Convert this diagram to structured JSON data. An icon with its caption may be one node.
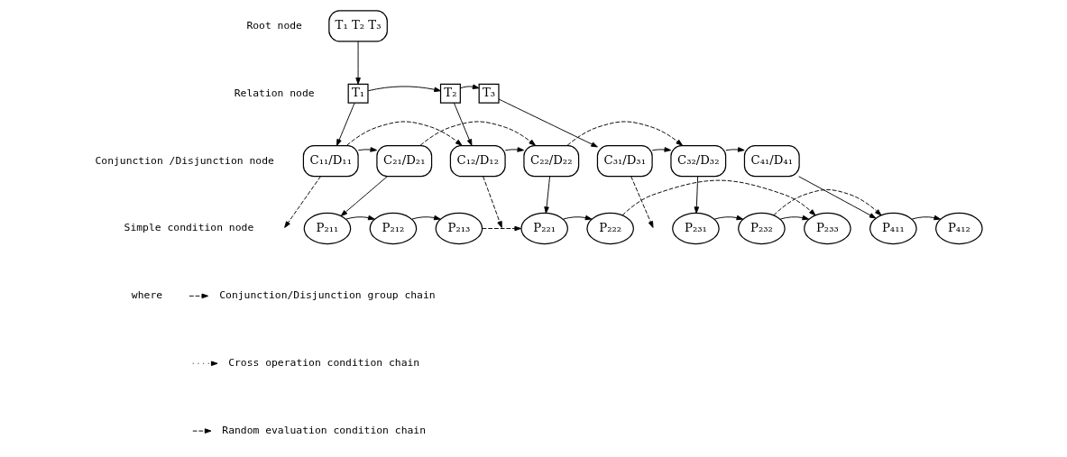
{
  "diagram": {
    "nodes": [
      {
        "text": [
          "T₁ T₂ T₃"
        ]
      },
      {
        "text": [
          "T₁"
        ]
      },
      {
        "text": [
          "T₂"
        ]
      },
      {
        "text": [
          "T₃"
        ]
      },
      {
        "text": [
          "C₁₁/D₁₁"
        ]
      },
      {
        "text": [
          "C₂₁/D₂₁"
        ]
      },
      {
        "text": [
          "C₁₂/D₁₂"
        ]
      },
      {
        "text": [
          "C₂₂/D₂₂"
        ]
      },
      {
        "text": [
          "C₃₁/D₃₁"
        ]
      },
      {
        "text": [
          "C₃₂/D₃₂"
        ]
      },
      {
        "text": [
          "C₄₁/D₄₁"
        ]
      },
      {
        "text": [
          "P₂₁₁"
        ]
      },
      {
        "text": [
          "P₂₁₂"
        ]
      },
      {
        "text": [
          "P₂₁₃"
        ]
      },
      {
        "text": [
          "P₂₂₁"
        ]
      },
      {
        "text": [
          "P₂₂₂"
        ]
      },
      {
        "text": [
          "P₂₃₁"
        ]
      },
      {
        "text": [
          "P₂₃₂"
        ]
      },
      {
        "text": [
          "P₂₃₃"
        ]
      },
      {
        "text": [
          "P₄₁₁"
        ]
      },
      {
        "text": [
          "P₄₁₂"
        ]
      }
    ],
    "edges": [
      {
        "from": 0,
        "to": 1,
        "arrow": "to"
      },
      {
        "from": 1,
        "to": 2,
        "arrow": "to"
      },
      {
        "from": 2,
        "to": 3,
        "arrow": "to"
      },
      {
        "from": 1,
        "to": 4,
        "arrow": "to"
      },
      {
        "from": 2,
        "to": 6,
        "arrow": "to"
      },
      {
        "from": 3,
        "to": 8,
        "arrow": "to"
      },
      {
        "from": 4,
        "to": 5,
        "arrow": "to"
      },
      {
        "from": 6,
        "to": 7,
        "arrow": "to"
      },
      {
        "from": 8,
        "to": 9,
        "arrow": "to"
      },
      {
        "from": 9,
        "to": 10,
        "arrow": "to"
      },
      {
        "from": 4,
        "to": 6,
        "arrow": "to",
        "style": "dashed"
      },
      {
        "from": 4,
        "to": null,
        "arrow": "to",
        "style": "dashed"
      },
      {
        "from": 6,
        "to": null,
        "arrow": "to",
        "style": "dashed"
      },
      {
        "from": 8,
        "to": null,
        "arrow": "to",
        "style": "dashed"
      },
      {
        "from": 5,
        "to": 7,
        "arrow": "to",
        "style": "dashed"
      },
      {
        "from": 7,
        "to": 9,
        "arrow": "to",
        "style": "dashed"
      },
      {
        "from": 5,
        "to": 11,
        "arrow": "to"
      },
      {
        "from": 7,
        "to": 14,
        "arrow": "to"
      },
      {
        "from": 9,
        "to": 16,
        "arrow": "to"
      },
      {
        "from": 10,
        "to": 19,
        "arrow": "to"
      },
      {
        "from": 11,
        "to": 12,
        "arrow": "to"
      },
      {
        "from": 12,
        "to": 13,
        "arrow": "to"
      },
      {
        "from": 14,
        "to": 15,
        "arrow": "to"
      },
      {
        "from": 16,
        "to": 17,
        "arrow": "to"
      },
      {
        "from": 17,
        "to": 18,
        "arrow": "to"
      },
      {
        "from": 19,
        "to": 20,
        "arrow": "to"
      },
      {
        "from": 13,
        "to": 14,
        "arrow": "to",
        "style": "dashed"
      },
      {
        "from": 15,
        "to": 18,
        "arrow": "to",
        "style": "dashed"
      },
      {
        "from": 17,
        "to": 19,
        "arrow": "to",
        "style": "dashed"
      }
    ],
    "labels": [
      "Root node",
      "Relation node",
      "Conjunction /Disjunction node",
      "Simple condition node",
      "where"
    ],
    "legend": [
      {
        "text": "Conjunction/Disjunction group chain"
      },
      {
        "text": "Cross operation condition chain"
      },
      {
        "text": "Random evaluation condition chain"
      }
    ]
  }
}
